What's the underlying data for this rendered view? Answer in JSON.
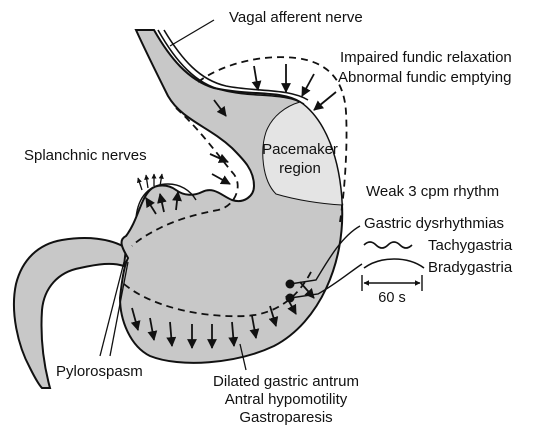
{
  "labels": {
    "vagal_afferent_nerve": "Vagal afferent nerve",
    "impaired_fundic_relaxation": "Impaired fundic relaxation",
    "abnormal_fundic_emptying": "Abnormal fundic emptying",
    "splanchnic_nerves": "Splanchnic nerves",
    "pacemaker_line1": "Pacemaker",
    "pacemaker_line2": "region",
    "weak_rhythm": "Weak 3 cpm rhythm",
    "gastric_dysrhythmias": "Gastric dysrhythmias",
    "tachygastria": "Tachygastria",
    "bradygastria": "Bradygastria",
    "time_scale": "60 s",
    "pylorospasm": "Pylorospasm",
    "dilated_antrum": "Dilated gastric antrum",
    "antral_hypomotility": "Antral hypomotility",
    "gastroparesis": "Gastroparesis"
  },
  "colors": {
    "stomach_fill": "#c8c8c8",
    "pacemaker_fill": "#e4e4e4",
    "outline": "#111111",
    "background": "#ffffff"
  }
}
